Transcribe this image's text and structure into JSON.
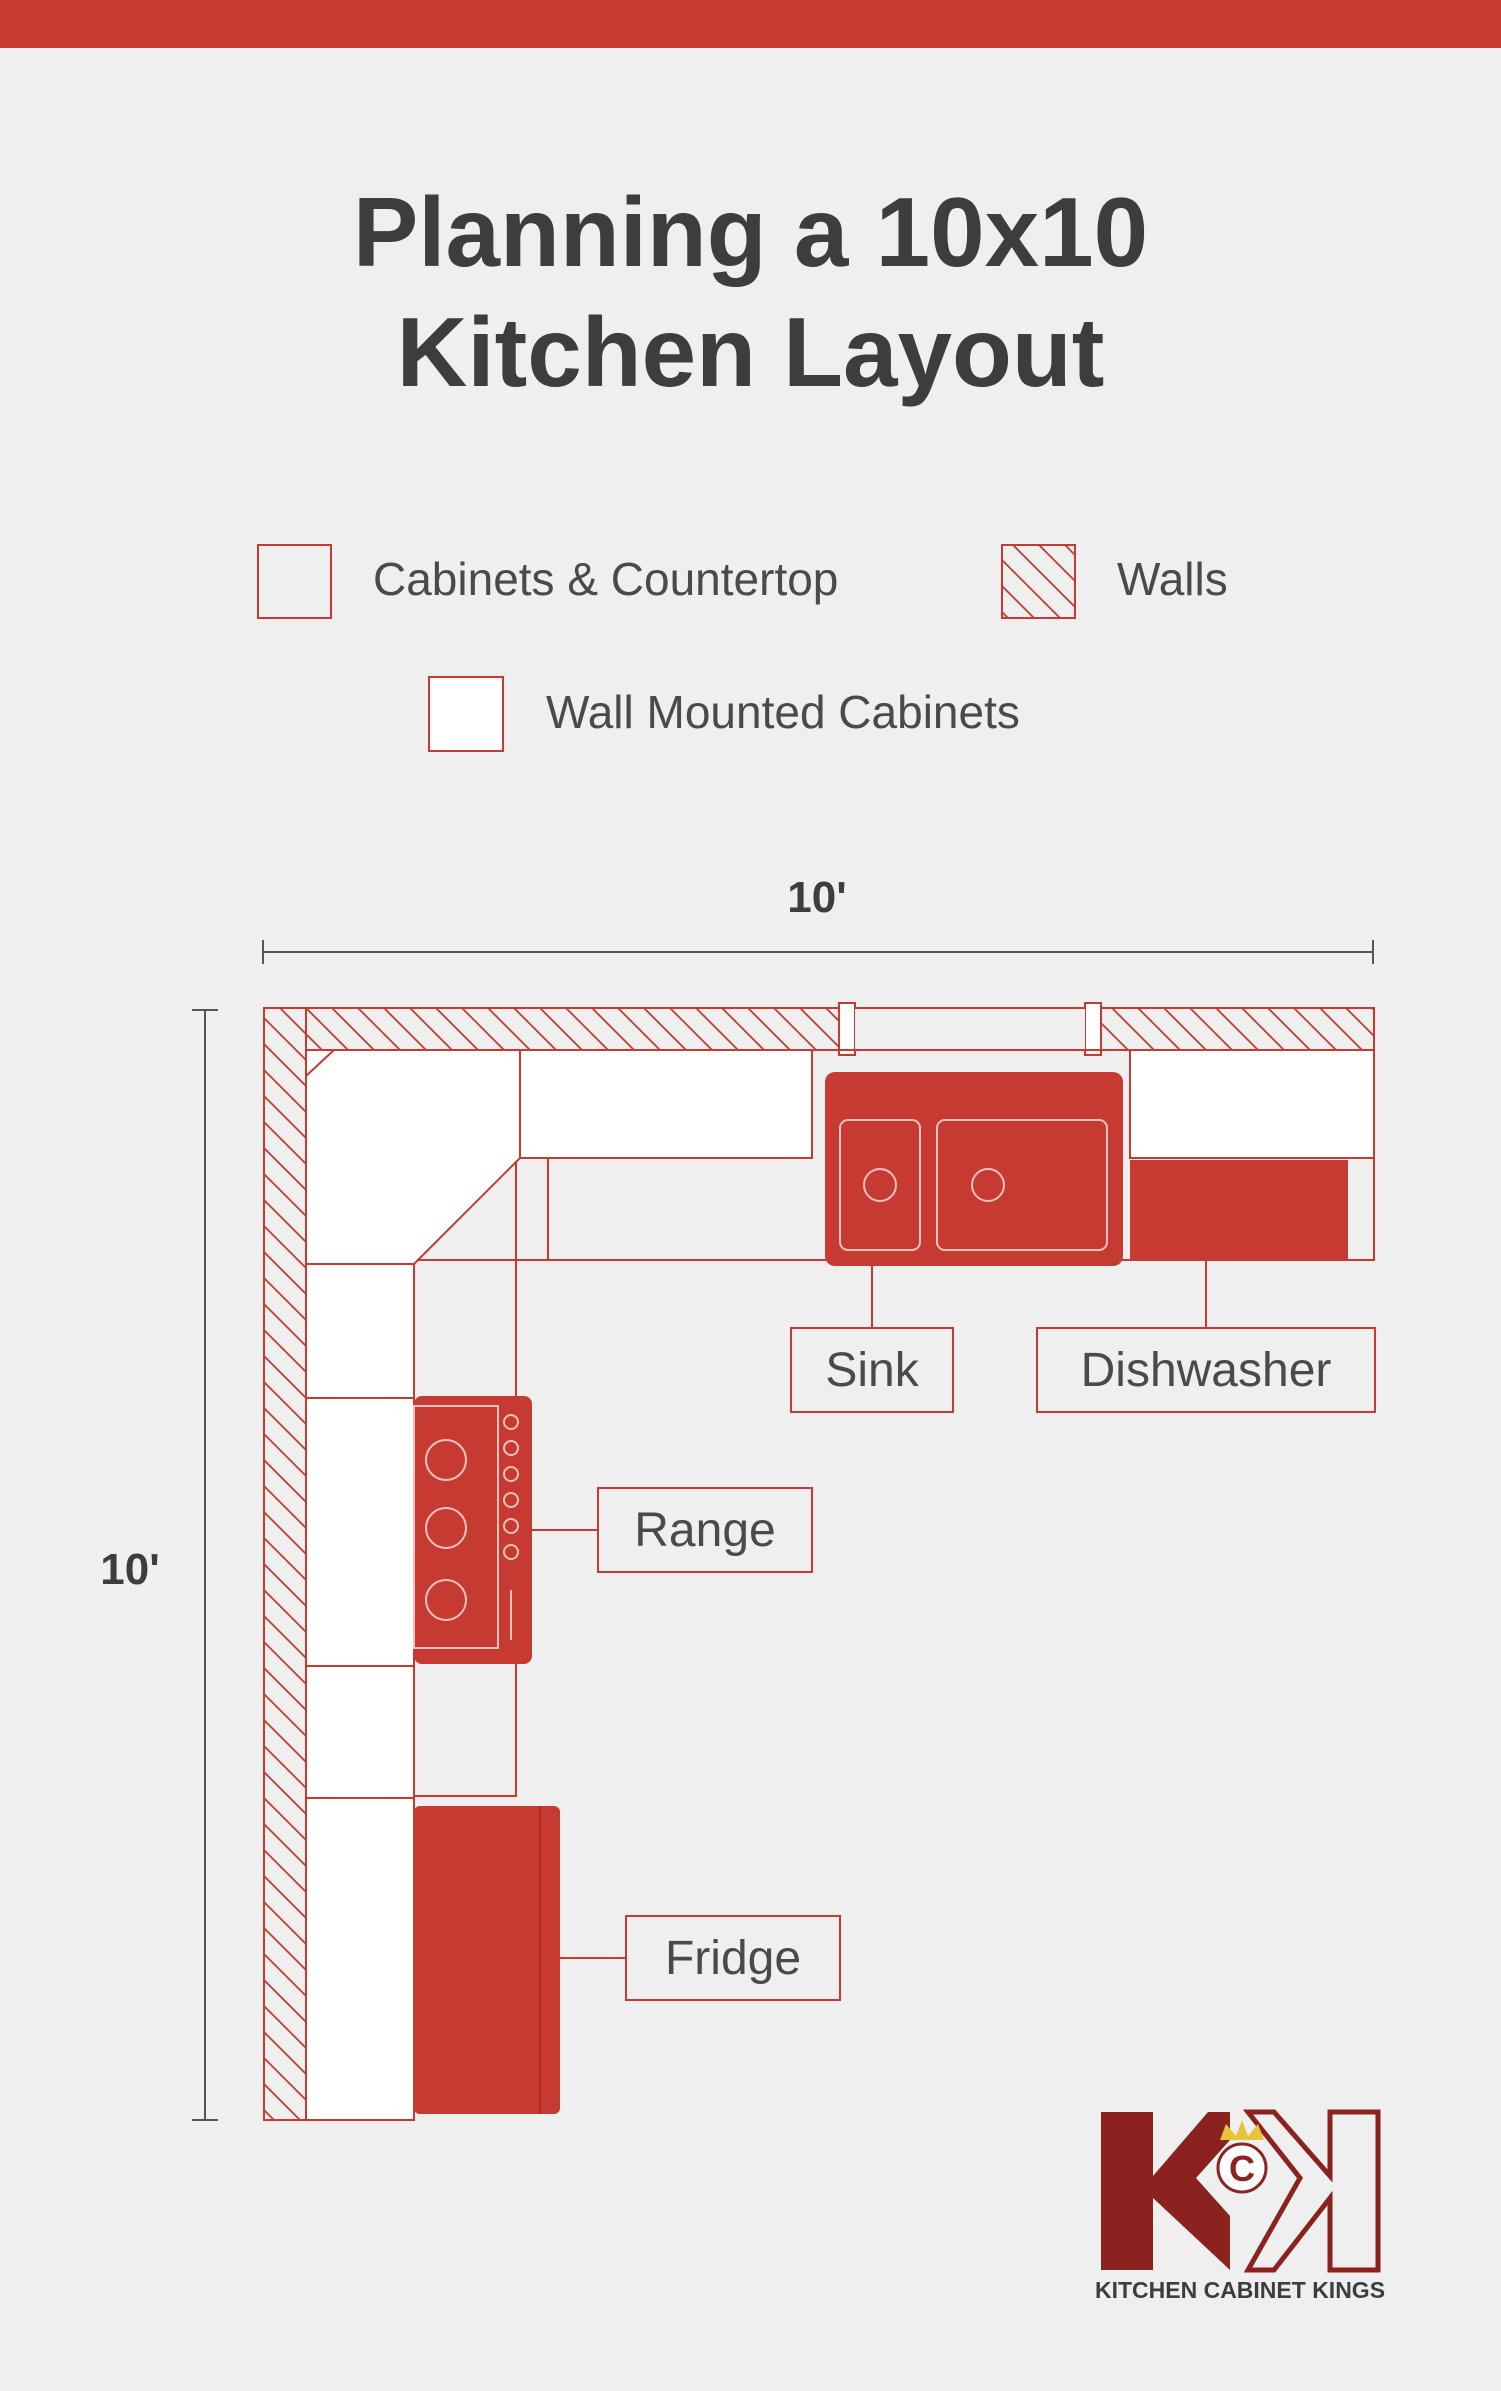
{
  "title": {
    "line1": "Planning a 10x10",
    "line2": "Kitchen Layout"
  },
  "legend": {
    "cabinets": "Cabinets & Countertop",
    "walls": "Walls",
    "wall_mounted": "Wall Mounted Cabinets"
  },
  "dimensions": {
    "width": "10'",
    "height": "10'"
  },
  "callouts": {
    "sink": "Sink",
    "dishwasher": "Dishwasher",
    "range": "Range",
    "fridge": "Fridge"
  },
  "brand": {
    "name": "KITCHEN CABINET KINGS",
    "logo_text": "KCK"
  },
  "colors": {
    "accent": "#c73a31",
    "dark_red": "#8b2220",
    "text": "#3d3d3d",
    "background": "#efefef",
    "crown": "#e8c43a"
  }
}
